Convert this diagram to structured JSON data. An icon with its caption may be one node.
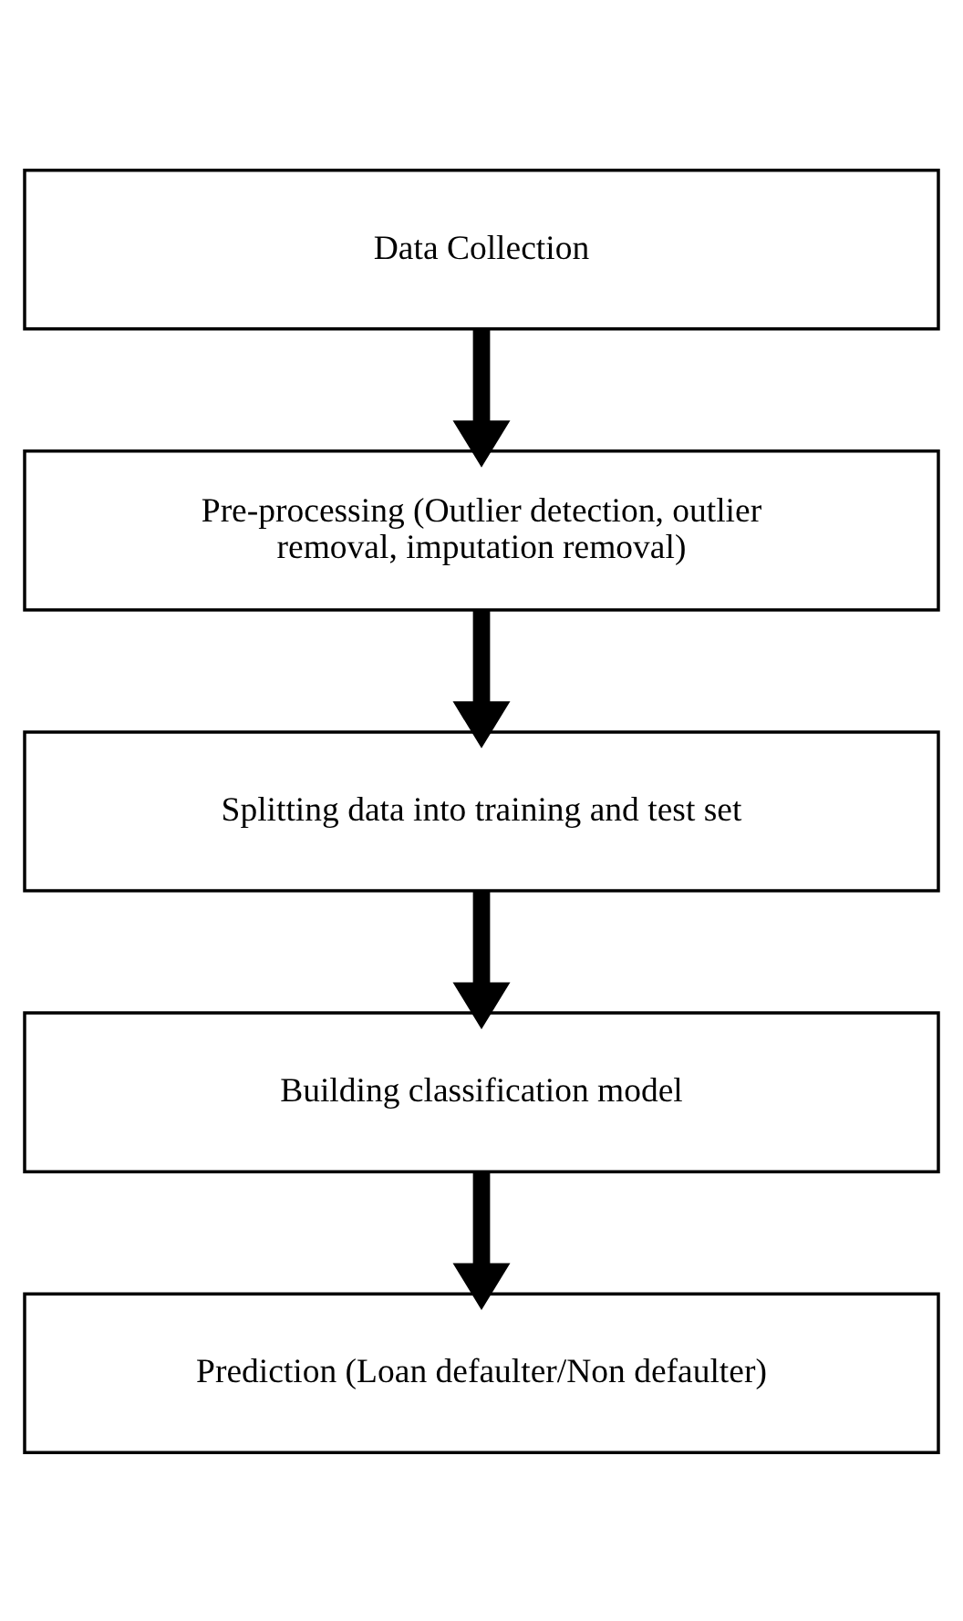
{
  "diagram": {
    "nodes": [
      {
        "text": [
          "Data Collection"
        ]
      },
      {
        "text": [
          "Pre-processing (Outlier detection, outlier removal, imputation removal)"
        ]
      },
      {
        "text": [
          "Splitting data into training and test set"
        ]
      },
      {
        "text": [
          "Building classification model"
        ]
      },
      {
        "text": [
          "Prediction (Loan defaulter/Non defaulter)"
        ]
      }
    ],
    "edges": [
      {
        "from": 0,
        "to": 1,
        "arrow": "to"
      },
      {
        "from": 1,
        "to": 2,
        "arrow": "to"
      },
      {
        "from": 2,
        "to": 3,
        "arrow": "to"
      },
      {
        "from": 3,
        "to": 4,
        "arrow": "to"
      }
    ]
  }
}
